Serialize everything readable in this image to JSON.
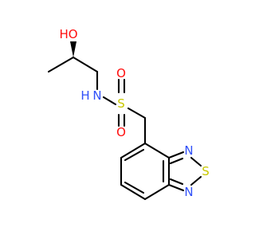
{
  "molecule": {
    "atoms": {
      "hydroxyl": "HO",
      "amide_nitrogen": "N",
      "amide_hydrogen": "H",
      "sulfonyl_sulfur": "S",
      "sulfonyl_oxygen_top": "O",
      "sulfonyl_oxygen_bottom": "O",
      "ring_nitrogen_top": "N",
      "ring_sulfur": "S",
      "ring_nitrogen_bottom": "N"
    },
    "colors": {
      "bond": "#000000",
      "oxygen": "#ff0d0d",
      "nitrogen": "#3050f8",
      "sulfur": "#c8c800"
    }
  }
}
